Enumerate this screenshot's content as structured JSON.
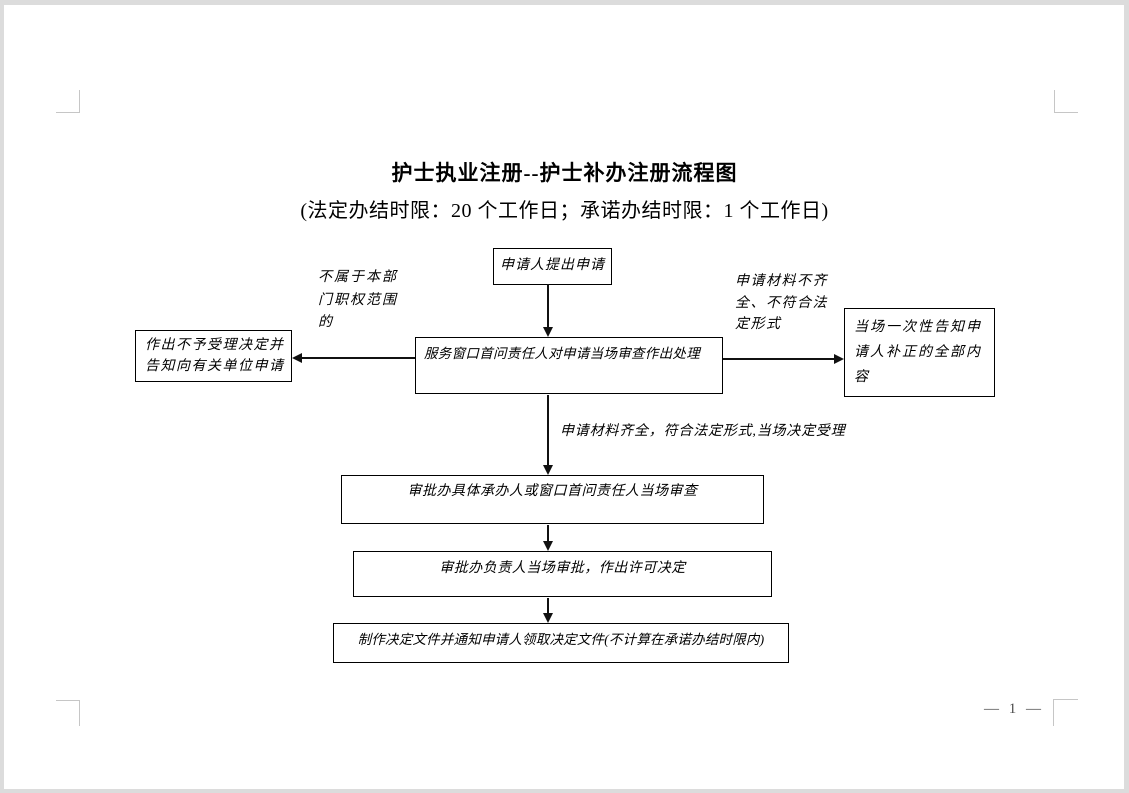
{
  "page": {
    "title": "护士执业注册--护士补办注册流程图",
    "subtitle": "(法定办结时限：20 个工作日；承诺办结时限：1 个工作日)",
    "footer_page_number": "1",
    "footer_text": "— 1 —"
  },
  "flowchart": {
    "nodes": {
      "apply": {
        "text": "申请人提出申请"
      },
      "window_review": {
        "text": "服务窗口首问责任人对申请当场审查作出处理"
      },
      "reject_notice": {
        "text": "作出不予受理决定并告知向有关单位申请"
      },
      "correction_notice": {
        "text": "当场一次性告知申请人补正的全部内容"
      },
      "onsite_review": {
        "text": "审批办具体承办人或窗口首问责任人当场审查"
      },
      "approval_decision": {
        "text": "审批办负责人当场审批，作出许可决定"
      },
      "issue_document": {
        "text": "制作决定文件并通知申请人领取决定文件(不计算在承诺办结时限内)"
      }
    },
    "edge_labels": {
      "not_in_scope": {
        "text": "不属于本部门职权范围的"
      },
      "materials_incomplete": {
        "text": "申请材料不齐全、不符合法定形式"
      },
      "materials_complete": {
        "text": "申请材料齐全，符合法定形式,当场决定受理"
      }
    }
  },
  "colors": {
    "page_background": "#ffffff",
    "canvas_edge": "#dcdcdc",
    "line_color": "#000000",
    "crop_mark": "#c6c6c6",
    "footer_text": "#4d4d4d"
  }
}
